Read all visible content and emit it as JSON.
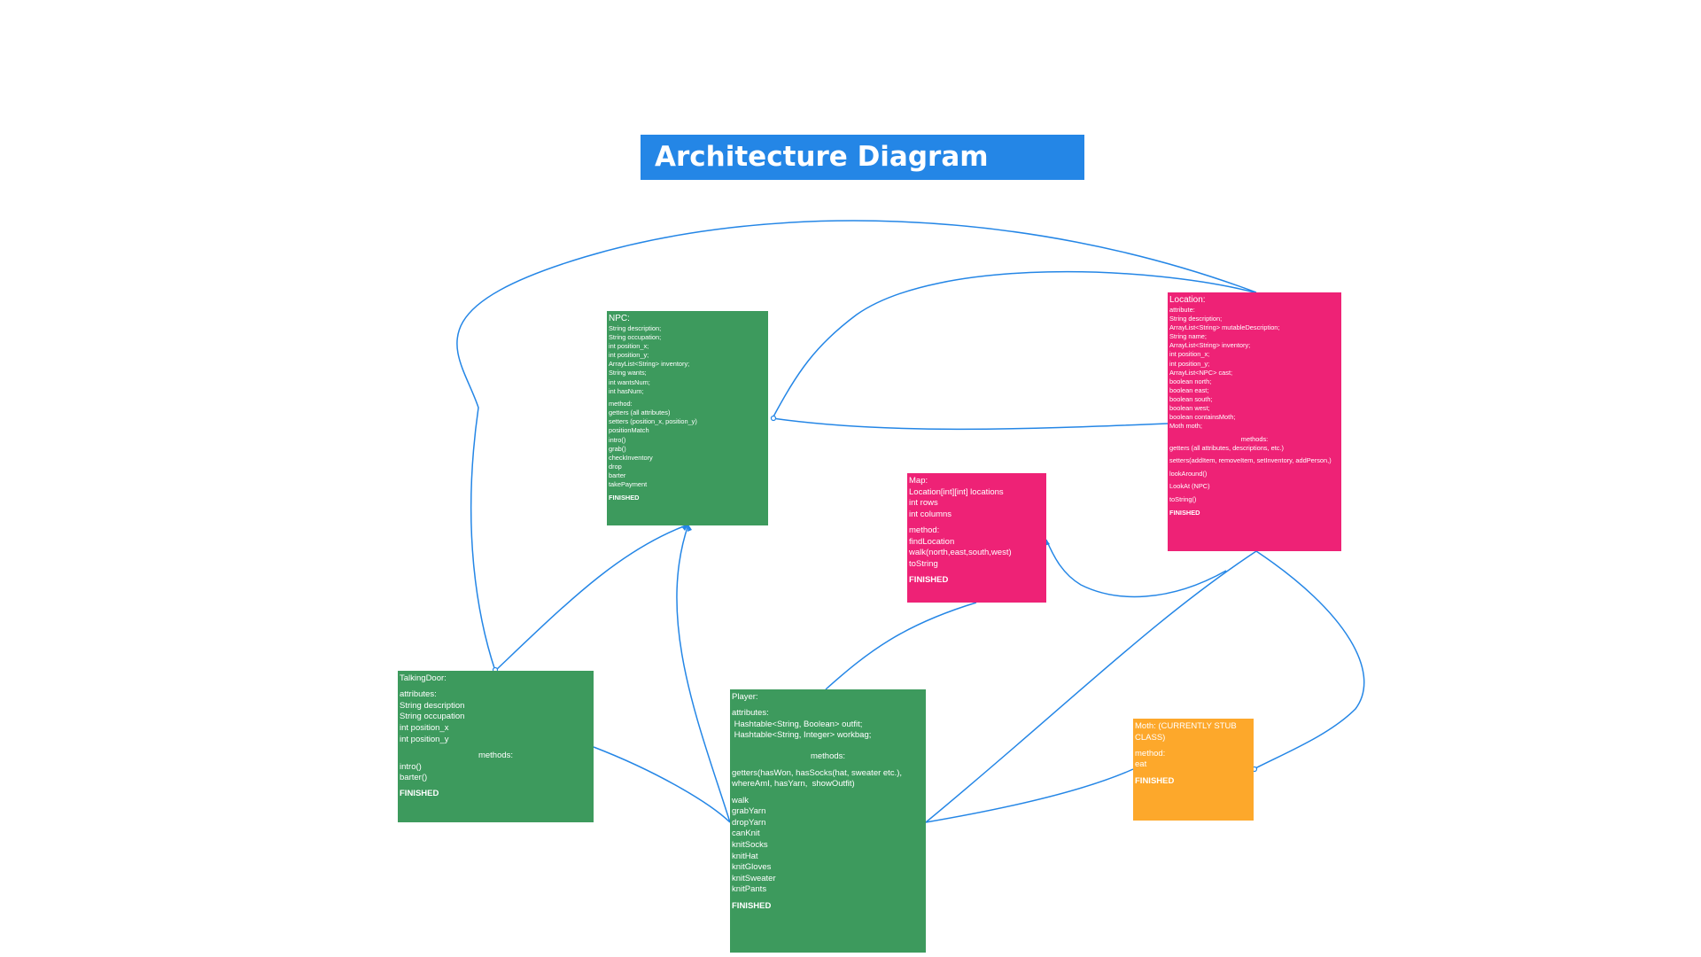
{
  "title": "Architecture Diagram",
  "colors": {
    "title_bg": "#2486e6",
    "green": "#3d9a5d",
    "pink": "#ee2276",
    "orange": "#fda82b",
    "edge": "#2486e6"
  },
  "boxes": {
    "npc": {
      "lines": [
        "NPC:",
        "String description;",
        "String occupation;",
        "int position_x;",
        "int position_y;",
        "ArrayList<String> inventory;",
        "String wants;",
        "int wantsNum;",
        "int hasNum;",
        "",
        "method:",
        "getters (all attributes)",
        "setters (position_x, position_y)",
        "positionMatch",
        "intro()",
        "grab()",
        "checkInventory",
        "drop",
        "barter",
        "takePayment",
        "",
        "FINISHED"
      ]
    },
    "location": {
      "lines": [
        "Location:",
        "attribute:",
        "String description;",
        "ArrayList<String> mutableDescription;",
        "String name;",
        "ArrayList<String> inventory;",
        "int position_x;",
        "int position_y;",
        "ArrayList<NPC> cast;",
        "boolean north;",
        "boolean east;",
        "boolean south;",
        "boolean west;",
        "boolean containsMoth;",
        "Moth moth;",
        "",
        "methods:",
        "getters (all attributes, descriptions, etc.)",
        "",
        "setters(addItem, removeItem, setInventory, addPerson,)",
        "",
        "lookAround()",
        "",
        "LookAt (NPC)",
        "",
        "toString()",
        "",
        "FINISHED"
      ]
    },
    "map": {
      "lines": [
        "Map:",
        "Location[int][int] locations",
        "int rows",
        "int columns",
        "",
        "method:",
        "findLocation",
        "walk(north,east,south,west)",
        "toString",
        "",
        "FINISHED"
      ]
    },
    "talkingdoor": {
      "lines": [
        "TalkingDoor:",
        "",
        "attributes:",
        "String description",
        "String occupation",
        "int position_x",
        "int position_y",
        "",
        "methods:",
        "intro()",
        "barter()",
        "",
        "FINISHED"
      ]
    },
    "player": {
      "lines": [
        "Player:",
        "",
        "attributes:",
        " Hashtable<String, Boolean> outfit;",
        " Hashtable<String, Integer> workbag;",
        "",
        "",
        "methods:",
        "",
        "getters(hasWon, hasSocks(hat, sweater etc.),",
        "whereAmI, hasYarn,  showOutfit)",
        "",
        "walk",
        "grabYarn",
        "dropYarn",
        "canKnit",
        "knitSocks",
        "knitHat",
        "knitGloves",
        "knitSweater",
        "knitPants",
        "",
        "FINISHED"
      ]
    },
    "moth": {
      "lines": [
        "Moth: (CURRENTLY STUB",
        "CLASS)",
        "",
        "method:",
        "eat",
        "",
        "FINISHED"
      ]
    }
  }
}
